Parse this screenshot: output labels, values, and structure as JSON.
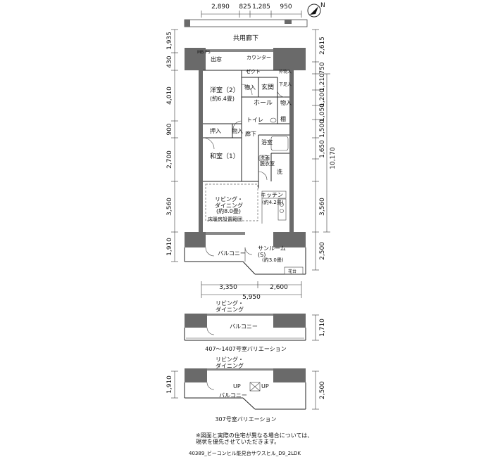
{
  "dims_top": [
    "2,890",
    "825",
    "1,285",
    "950"
  ],
  "dims_left": [
    "1,935",
    "430",
    "4,010",
    "900",
    "2,700",
    "3,560",
    "1,910"
  ],
  "dims_right": [
    "2,615",
    "750",
    "1,210",
    "1,200",
    "1,050",
    "1,500",
    "1,650",
    "10,170",
    "3,560",
    "2,500"
  ],
  "dims_bottom": {
    "a": "3,350",
    "b": "2,600",
    "total": "5,950"
  },
  "rooms": {
    "corridor": "共用廊下",
    "ps": "MB PS",
    "counter": "カウンター",
    "window_out": "出窓",
    "closet_zekt": "ゼクト",
    "outside_storage": "外物入",
    "western_room": "洋室（2）",
    "western_size": "(約6.4畳)",
    "storage1": "物入",
    "entrance": "玄関",
    "shoe_box": "下足入",
    "hall": "ホール",
    "storage2": "物入",
    "shelf": "棚",
    "oshiire": "押入",
    "storage3": "物入",
    "toilet": "トイレ",
    "hallway": "廊下",
    "bath": "浴室",
    "washroom": "洗面\n脱衣室",
    "wash": "洗",
    "japanese_room": "和室（1）",
    "living": "リビング・\nダイニング",
    "living_size": "(約8.0畳)",
    "floor_heating": "床暖房設置範囲",
    "kitchen": "キッチン",
    "kitchen_size": "(約4.2畳)",
    "balcony": "バルコニー",
    "sunroom": "サンルーム\n(S)",
    "sunroom_size": "(約3.0畳)",
    "planter": "花台"
  },
  "variation1": {
    "living": "リビング・\nダイニング",
    "balcony": "バルコニー",
    "dim": "1,710",
    "caption": "407〜1407号室バリエーション"
  },
  "variation2": {
    "living": "リビング・\nダイニング",
    "up1": "UP",
    "up2": "UP",
    "balcony": "バルコニー",
    "dim_left": "1,910",
    "dim_right": "2,500",
    "caption": "307号室バリエーション"
  },
  "note": "※図面と実際の住宅が異なる場合については、\n現状を優先させていただきます。",
  "footer_code": "40389_ビーコンヒル能見台サウスヒル_D9_2LDK"
}
